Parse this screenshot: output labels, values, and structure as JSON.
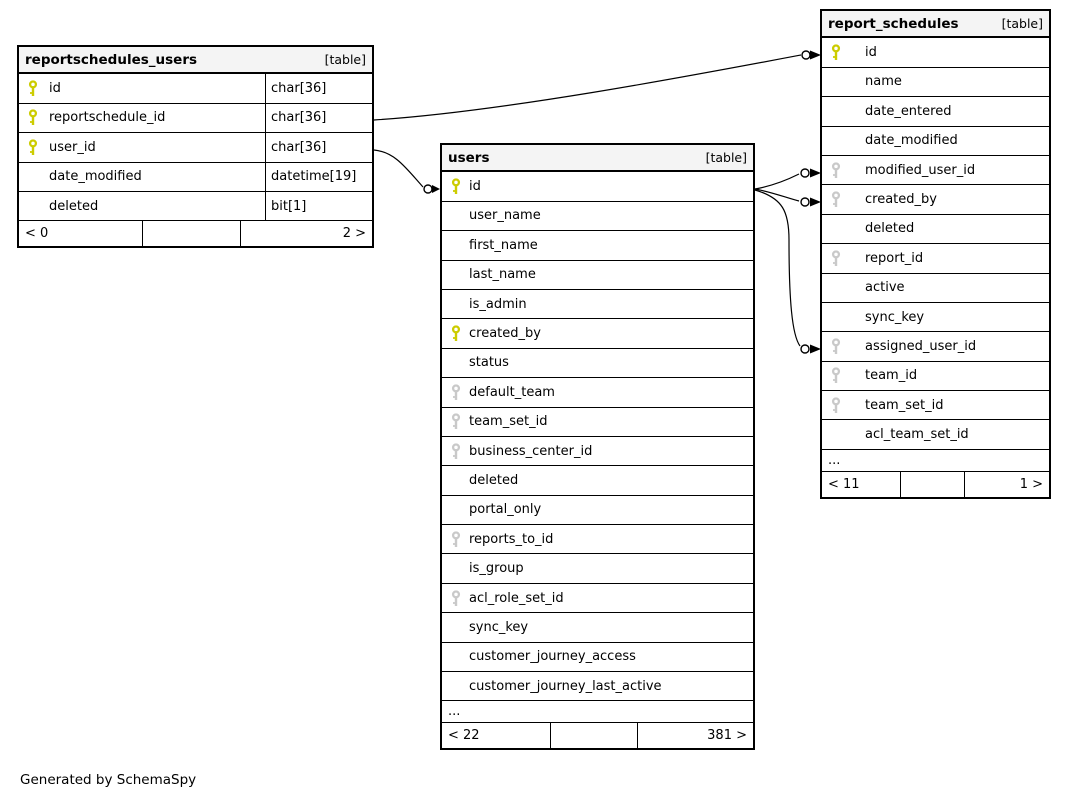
{
  "diagram": {
    "credit": "Generated by SchemaSpy",
    "colors": {
      "pk": "#cccc00",
      "fk": "#c9c9c9",
      "header_bg": "#f4f4f4",
      "border": "#000000"
    },
    "tables": [
      {
        "id": "reportschedules_users",
        "name": "reportschedules_users",
        "badge": "[table]",
        "show_types": true,
        "columns": [
          {
            "name": "id",
            "type": "char[36]",
            "key": "pk"
          },
          {
            "name": "reportschedule_id",
            "type": "char[36]",
            "key": "pk"
          },
          {
            "name": "user_id",
            "type": "char[36]",
            "key": "pk"
          },
          {
            "name": "date_modified",
            "type": "datetime[19]",
            "key": null
          },
          {
            "name": "deleted",
            "type": "bit[1]",
            "key": null
          }
        ],
        "footer": {
          "left": "< 0",
          "center": "",
          "right": "2 >"
        }
      },
      {
        "id": "users",
        "name": "users",
        "badge": "[table]",
        "show_types": false,
        "columns": [
          {
            "name": "id",
            "key": "pk"
          },
          {
            "name": "user_name",
            "key": null
          },
          {
            "name": "first_name",
            "key": null
          },
          {
            "name": "last_name",
            "key": null
          },
          {
            "name": "is_admin",
            "key": null
          },
          {
            "name": "created_by",
            "key": "pk"
          },
          {
            "name": "status",
            "key": null
          },
          {
            "name": "default_team",
            "key": "fk"
          },
          {
            "name": "team_set_id",
            "key": "fk"
          },
          {
            "name": "business_center_id",
            "key": "fk"
          },
          {
            "name": "deleted",
            "key": null
          },
          {
            "name": "portal_only",
            "key": null
          },
          {
            "name": "reports_to_id",
            "key": "fk"
          },
          {
            "name": "is_group",
            "key": null
          },
          {
            "name": "acl_role_set_id",
            "key": "fk"
          },
          {
            "name": "sync_key",
            "key": null
          },
          {
            "name": "customer_journey_access",
            "key": null
          },
          {
            "name": "customer_journey_last_active",
            "key": null
          }
        ],
        "ellipsis_label": "...",
        "footer": {
          "left": "< 22",
          "center": "",
          "right": "381 >"
        }
      },
      {
        "id": "report_schedules",
        "name": "report_schedules",
        "badge": "[table]",
        "show_types": false,
        "columns": [
          {
            "name": "id",
            "key": "pk"
          },
          {
            "name": "name",
            "key": null
          },
          {
            "name": "date_entered",
            "key": null
          },
          {
            "name": "date_modified",
            "key": null
          },
          {
            "name": "modified_user_id",
            "key": "fk"
          },
          {
            "name": "created_by",
            "key": "fk"
          },
          {
            "name": "deleted",
            "key": null
          },
          {
            "name": "report_id",
            "key": "fk"
          },
          {
            "name": "active",
            "key": null
          },
          {
            "name": "sync_key",
            "key": null
          },
          {
            "name": "assigned_user_id",
            "key": "fk"
          },
          {
            "name": "team_id",
            "key": "fk"
          },
          {
            "name": "team_set_id",
            "key": "fk"
          },
          {
            "name": "acl_team_set_id",
            "key": null
          }
        ],
        "ellipsis_label": "...",
        "footer": {
          "left": "< 11",
          "center": "",
          "right": "1 >"
        }
      }
    ],
    "relationships": [
      {
        "from": "reportschedules_users.reportschedule_id",
        "to": "report_schedules.id"
      },
      {
        "from": "reportschedules_users.user_id",
        "to": "users.id"
      },
      {
        "from": "report_schedules.modified_user_id",
        "to": "users.id"
      },
      {
        "from": "report_schedules.created_by",
        "to": "users.id"
      },
      {
        "from": "report_schedules.assigned_user_id",
        "to": "users.id"
      }
    ]
  }
}
